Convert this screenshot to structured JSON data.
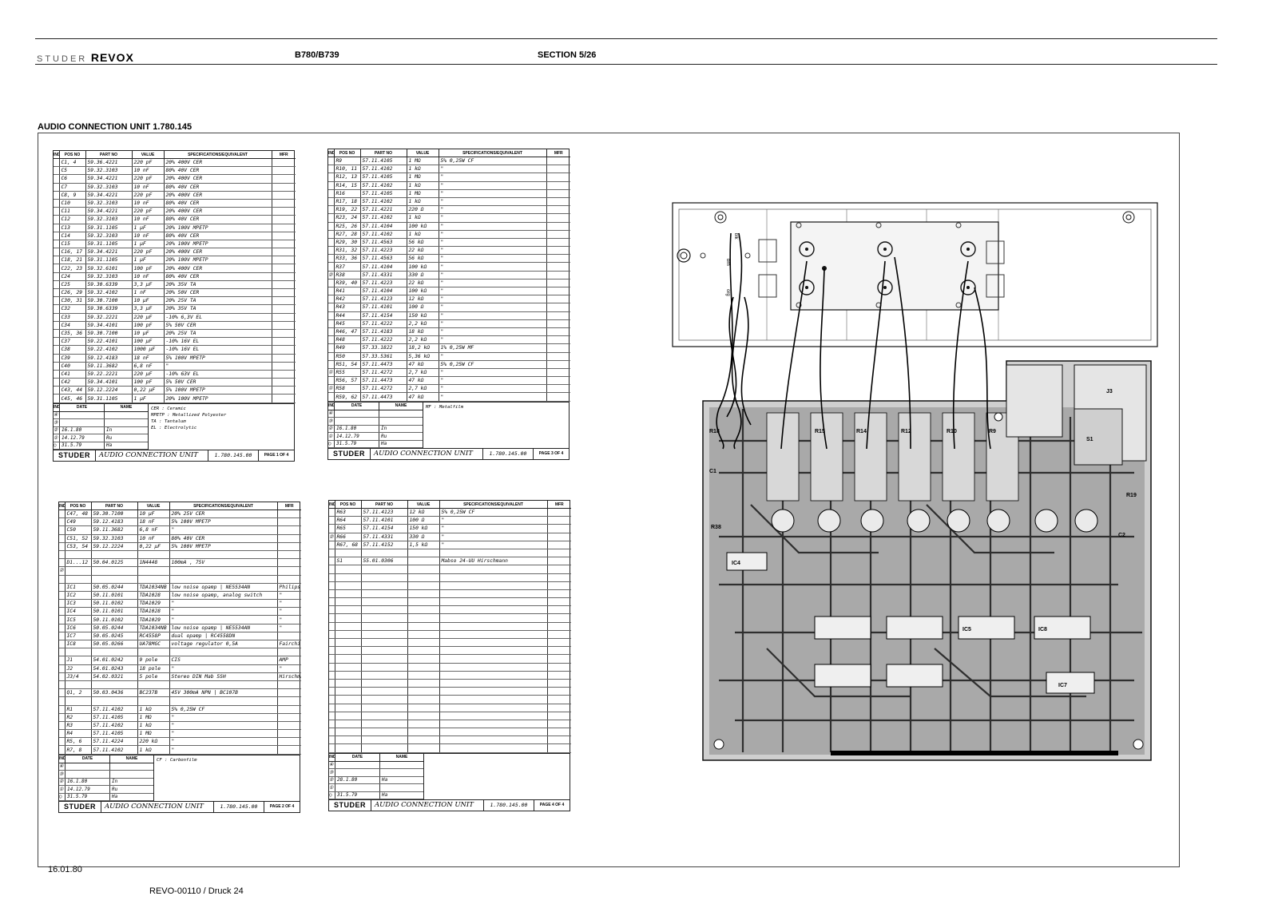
{
  "header": {
    "brand_studer": "STUDER",
    "brand_revox": "REVOX",
    "model": "B780/B739",
    "section": "SECTION 5/26"
  },
  "unit_title": "AUDIO CONNECTION UNIT 1.780.145",
  "table_headers": {
    "ind": "IND",
    "pos_no": "POS NO",
    "part_no": "PART NO",
    "value": "VALUE",
    "spec": "SPECIFICATIONS/EQUIVALENT",
    "mfr": "MFR",
    "date": "DATE",
    "name": "NAME"
  },
  "sheet_footer": {
    "logo": "STUDER",
    "title": "AUDIO CONNECTION UNIT",
    "number": "1.780.145.00"
  },
  "sheets": [
    {
      "page": "PAGE 1 OF 4",
      "rows": [
        [
          "",
          "C1, 4",
          "59.36.4221",
          "220 pF",
          "20%    400V  CER",
          ""
        ],
        [
          "",
          "C5",
          "59.32.3103",
          "10 nF",
          "80%    40V  CER",
          ""
        ],
        [
          "",
          "C6",
          "59.34.4221",
          "220 pF",
          "20%    400V  CER",
          ""
        ],
        [
          "",
          "C7",
          "59.32.3103",
          "10 nF",
          "80%    40V  CER",
          ""
        ],
        [
          "",
          "C8, 9",
          "59.34.4221",
          "220 pF",
          "20%    400V  CER",
          ""
        ],
        [
          "",
          "C10",
          "59.32.3103",
          "10 nF",
          "80%    40V  CER",
          ""
        ],
        [
          "",
          "C11",
          "59.34.4221",
          "220 pF",
          "20%    400V  CER",
          ""
        ],
        [
          "",
          "C12",
          "59.32.3103",
          "10 nF",
          "80%    40V  CER",
          ""
        ],
        [
          "",
          "C13",
          "59.31.1105",
          "1 µF",
          "20%    100V  MPETP",
          ""
        ],
        [
          "",
          "C14",
          "59.32.3103",
          "10 nF",
          "80%    40V  CER",
          ""
        ],
        [
          "",
          "C15",
          "59.31.1105",
          "1 µF",
          "20%    100V  MPETP",
          ""
        ],
        [
          "",
          "C16, 17",
          "59.34.4221",
          "220 pF",
          "20%    400V  CER",
          ""
        ],
        [
          "",
          "C18, 21",
          "59.31.1105",
          "1 µF",
          "20%    100V  MPETP",
          ""
        ],
        [
          "",
          "C22, 23",
          "59.32.6101",
          "100 pF",
          "20%    400V  CER",
          ""
        ],
        [
          "",
          "C24",
          "59.32.3103",
          "10 nF",
          "80%    40V  CER",
          ""
        ],
        [
          "",
          "C25",
          "59.30.6339",
          "3,3 µF",
          "20%    35V  TA",
          ""
        ],
        [
          "",
          "C26, 29",
          "59.32.4102",
          "1 nF",
          "20%    50V  CER",
          ""
        ],
        [
          "",
          "C30, 31",
          "59.30.7100",
          "10 µF",
          "20%    25V  TA",
          ""
        ],
        [
          "",
          "C32",
          "59.30.6339",
          "3,3 µF",
          "20%    35V  TA",
          ""
        ],
        [
          "",
          "C33",
          "59.32.2221",
          "220 µF",
          "-10%   6,3V  EL",
          ""
        ],
        [
          "",
          "C34",
          "59.34.4101",
          "100 pF",
          "5%    50V  CER",
          ""
        ],
        [
          "",
          "C35, 36",
          "59.30.7100",
          "10 µF",
          "20%    25V  TA",
          ""
        ],
        [
          "",
          "C37",
          "59.22.4101",
          "100 µF",
          "-10%   16V  EL",
          ""
        ],
        [
          "",
          "C38",
          "59.22.4102",
          "1000 µF",
          "-10%   16V  EL",
          ""
        ],
        [
          "",
          "C39",
          "59.12.4183",
          "18 nF",
          "5%    100V  MPETP",
          ""
        ],
        [
          "",
          "C40",
          "59.11.3682",
          "6,8 nF",
          "\"",
          ""
        ],
        [
          "",
          "C41",
          "59.22.2221",
          "220 µF",
          "-10%   63V  EL",
          ""
        ],
        [
          "",
          "C42",
          "59.34.4101",
          "100 pF",
          "5%    50V  CER",
          ""
        ],
        [
          "",
          "C43, 44",
          "59.12.2224",
          "0,22 µF",
          "5%    100V  MPETP",
          ""
        ],
        [
          "",
          "C45, 46",
          "59.31.1105",
          "1 µF",
          "20%    100V  MPETP",
          ""
        ]
      ],
      "revisions": [
        [
          "④",
          "",
          ""
        ],
        [
          "③",
          "",
          ""
        ],
        [
          "②",
          "16.1.80",
          "In"
        ],
        [
          "①",
          "14.12.79",
          "Ru"
        ],
        [
          "○",
          "31.5.79",
          "Ha"
        ]
      ],
      "legend": [
        "CER   : Ceramic",
        "MPETP : Metallized Polyester",
        "TA    : Tantalum",
        "EL    : Electrolytic"
      ]
    },
    {
      "page": "PAGE 2 OF 4",
      "rows": [
        [
          "",
          "C47, 48",
          "59.30.7100",
          "10 µF",
          "20%    25V  CER",
          ""
        ],
        [
          "",
          "C49",
          "59.12.4183",
          "18 nF",
          "5%    100V  MPETP",
          ""
        ],
        [
          "",
          "C50",
          "59.11.3682",
          "6,8 nF",
          "\"",
          ""
        ],
        [
          "",
          "C51, 52",
          "59.32.3103",
          "10 nF",
          "80%    40V  CER",
          ""
        ],
        [
          "",
          "C53, 54",
          "59.12.2224",
          "0,22 µF",
          "5%    100V  MPETP",
          ""
        ],
        [
          "",
          "",
          "",
          "",
          "",
          ""
        ],
        [
          "",
          "D1...12",
          "50.04.0125",
          "1N4448",
          "100mA , 75V",
          ""
        ],
        [
          "②",
          "",
          "",
          "",
          "",
          ""
        ],
        [
          "",
          "",
          "",
          "",
          "",
          ""
        ],
        [
          "",
          "IC1",
          "50.05.0244",
          "TDA1034NB",
          "low noise opamp  | NE5534AN",
          "Philips"
        ],
        [
          "",
          "IC2",
          "50.11.0101",
          "TDA1028",
          "low noise opamp, analog switch",
          "\""
        ],
        [
          "",
          "IC3",
          "50.11.0102",
          "TDA1029",
          "\"",
          "\""
        ],
        [
          "",
          "IC4",
          "50.11.0101",
          "TDA1028",
          "\"",
          "\""
        ],
        [
          "",
          "IC5",
          "50.11.0102",
          "TDA1029",
          "\"",
          "\""
        ],
        [
          "",
          "IC6",
          "50.05.0244",
          "TDA1034NB",
          "low noise opamp | NE5534AN",
          "\""
        ],
        [
          "",
          "IC7",
          "50.05.0245",
          "RC4558P",
          "dual opamp | RC4558DN",
          ""
        ],
        [
          "",
          "IC8",
          "50.05.0266",
          "UA78MGC",
          "voltage regulator  0,5A",
          "Fairchild"
        ],
        [
          "",
          "",
          "",
          "",
          "",
          ""
        ],
        [
          "",
          "J1",
          "54.01.0242",
          "9 pole",
          "CIS",
          "AMP"
        ],
        [
          "",
          "J2",
          "54.01.0243",
          "18 pole",
          "\"",
          "\""
        ],
        [
          "",
          "J3/4",
          "54.02.0321",
          "5 pole",
          "Stereo  DIN   Mab 5SH",
          "Hirschmann"
        ],
        [
          "",
          "",
          "",
          "",
          "",
          ""
        ],
        [
          "",
          "Q1, 2",
          "50.03.0436",
          "BC237B",
          "45V 300mA NPN  | BC107B",
          ""
        ],
        [
          "",
          "",
          "",
          "",
          "",
          ""
        ],
        [
          "",
          "R1",
          "57.11.4102",
          "1 kΩ",
          "5%   0,25W    CF",
          ""
        ],
        [
          "",
          "R2",
          "57.11.4105",
          "1 MΩ",
          "\"",
          ""
        ],
        [
          "",
          "R3",
          "57.11.4102",
          "1 kΩ",
          "\"",
          ""
        ],
        [
          "",
          "R4",
          "57.11.4105",
          "1 MΩ",
          "\"",
          ""
        ],
        [
          "",
          "R5, 6",
          "57.11.4224",
          "220 kΩ",
          "\"",
          ""
        ],
        [
          "",
          "R7, 8",
          "57.11.4102",
          "1 kΩ",
          "\"",
          ""
        ]
      ],
      "revisions": [
        [
          "④",
          "",
          ""
        ],
        [
          "③",
          "",
          ""
        ],
        [
          "②",
          "16.1.80",
          "In"
        ],
        [
          "①",
          "14.12.79",
          "Ru"
        ],
        [
          "○",
          "31.5.79",
          "Ha"
        ]
      ],
      "legend": [
        "CF : Carbonfilm"
      ]
    },
    {
      "page": "PAGE 3 OF 4",
      "rows": [
        [
          "",
          "R9",
          "57.11.4105",
          "1 MΩ",
          "5%    0,25W    CF",
          ""
        ],
        [
          "",
          "R10, 11",
          "57.11.4102",
          "1 kΩ",
          "\"",
          ""
        ],
        [
          "",
          "R12, 13",
          "57.11.4105",
          "1 MΩ",
          "\"",
          ""
        ],
        [
          "",
          "R14, 15",
          "57.11.4102",
          "1 kΩ",
          "\"",
          ""
        ],
        [
          "",
          "R16",
          "57.11.4105",
          "1 MΩ",
          "\"",
          ""
        ],
        [
          "",
          "R17, 18",
          "57.11.4102",
          "1 kΩ",
          "\"",
          ""
        ],
        [
          "",
          "R19, 22",
          "57.11.4221",
          "220 Ω",
          "\"",
          ""
        ],
        [
          "",
          "R23, 24",
          "57.11.4102",
          "1 kΩ",
          "\"",
          ""
        ],
        [
          "",
          "R25, 26",
          "57.11.4104",
          "100 kΩ",
          "\"",
          ""
        ],
        [
          "",
          "R27, 28",
          "57.11.4102",
          "1 kΩ",
          "\"",
          ""
        ],
        [
          "",
          "R29, 30",
          "57.11.4563",
          "56 kΩ",
          "\"",
          ""
        ],
        [
          "",
          "R31, 32",
          "57.11.4223",
          "22 kΩ",
          "\"",
          ""
        ],
        [
          "",
          "R33, 36",
          "57.11.4563",
          "56 kΩ",
          "\"",
          ""
        ],
        [
          "",
          "R37",
          "57.11.4104",
          "100 kΩ",
          "\"",
          ""
        ],
        [
          "②",
          "R38",
          "57.11.4331",
          "330 Ω",
          "\"",
          ""
        ],
        [
          "",
          "R39, 40",
          "57.11.4223",
          "22 kΩ",
          "\"",
          ""
        ],
        [
          "",
          "R41",
          "57.11.4104",
          "100 kΩ",
          "\"",
          ""
        ],
        [
          "",
          "R42",
          "57.11.4123",
          "12 kΩ",
          "\"",
          ""
        ],
        [
          "",
          "R43",
          "57.11.4101",
          "100 Ω",
          "\"",
          ""
        ],
        [
          "",
          "R44",
          "57.11.4154",
          "150 kΩ",
          "\"",
          ""
        ],
        [
          "",
          "R45",
          "57.11.4222",
          "2,2 kΩ",
          "\"",
          ""
        ],
        [
          "",
          "R46, 47",
          "57.11.4183",
          "18 kΩ",
          "\"",
          ""
        ],
        [
          "",
          "R48",
          "57.11.4222",
          "2,2 kΩ",
          "\"",
          ""
        ],
        [
          "",
          "R49",
          "57.33.1822",
          "18,2 kΩ",
          "1%    0,25W    MF",
          ""
        ],
        [
          "",
          "R50",
          "57.33.5361",
          "5,36 kΩ",
          "\"",
          ""
        ],
        [
          "",
          "R51, 54",
          "57.11.4473",
          "47 kΩ",
          "5%    0,25W    CF",
          ""
        ],
        [
          "①",
          "R55",
          "57.11.4272",
          "2,7 kΩ",
          "\"",
          ""
        ],
        [
          "",
          "R56, 57",
          "57.11.4473",
          "47 kΩ",
          "\"",
          ""
        ],
        [
          "①",
          "R58",
          "57.11.4272",
          "2,7 kΩ",
          "\"",
          ""
        ],
        [
          "",
          "R59, 62",
          "57.11.4473",
          "47 kΩ",
          "\"",
          ""
        ]
      ],
      "revisions": [
        [
          "④",
          "",
          ""
        ],
        [
          "③",
          "",
          ""
        ],
        [
          "②",
          "16.1.80",
          "In"
        ],
        [
          "①",
          "14.12.79",
          "Ru"
        ],
        [
          "○",
          "31.5.79",
          "Ha"
        ]
      ],
      "legend": [
        "MF : Metalfilm"
      ]
    },
    {
      "page": "PAGE 4 OF 4",
      "rows": [
        [
          "",
          "R63",
          "57.11.4123",
          "12 kΩ",
          "5%    0,25W    CF",
          ""
        ],
        [
          "",
          "R64",
          "57.11.4101",
          "100 Ω",
          "\"",
          ""
        ],
        [
          "",
          "R65",
          "57.11.4154",
          "150 kΩ",
          "\"",
          ""
        ],
        [
          "②",
          "R66",
          "57.11.4331",
          "330 Ω",
          "\"",
          ""
        ],
        [
          "",
          "R67, 68",
          "57.11.4152",
          "1,5 kΩ",
          "\"",
          ""
        ],
        [
          "",
          "",
          "",
          "",
          "",
          ""
        ],
        [
          "",
          "S1",
          "55.01.0306",
          "",
          "Mabso  24-UU  Hirschmann",
          ""
        ],
        [
          "",
          "",
          "",
          "",
          "",
          ""
        ],
        [
          "",
          "",
          "",
          "",
          "",
          ""
        ],
        [
          "",
          "",
          "",
          "",
          "",
          ""
        ],
        [
          "",
          "",
          "",
          "",
          "",
          ""
        ],
        [
          "",
          "",
          "",
          "",
          "",
          ""
        ],
        [
          "",
          "",
          "",
          "",
          "",
          ""
        ],
        [
          "",
          "",
          "",
          "",
          "",
          ""
        ],
        [
          "",
          "",
          "",
          "",
          "",
          ""
        ],
        [
          "",
          "",
          "",
          "",
          "",
          ""
        ],
        [
          "",
          "",
          "",
          "",
          "",
          ""
        ],
        [
          "",
          "",
          "",
          "",
          "",
          ""
        ],
        [
          "",
          "",
          "",
          "",
          "",
          ""
        ],
        [
          "",
          "",
          "",
          "",
          "",
          ""
        ],
        [
          "",
          "",
          "",
          "",
          "",
          ""
        ],
        [
          "",
          "",
          "",
          "",
          "",
          ""
        ],
        [
          "",
          "",
          "",
          "",
          "",
          ""
        ],
        [
          "",
          "",
          "",
          "",
          "",
          ""
        ],
        [
          "",
          "",
          "",
          "",
          "",
          ""
        ],
        [
          "",
          "",
          "",
          "",
          "",
          ""
        ],
        [
          "",
          "",
          "",
          "",
          "",
          ""
        ],
        [
          "",
          "",
          "",
          "",
          "",
          ""
        ],
        [
          "",
          "",
          "",
          "",
          "",
          ""
        ],
        [
          "",
          "",
          "",
          "",
          "",
          ""
        ]
      ],
      "revisions": [
        [
          "④",
          "",
          ""
        ],
        [
          "③",
          "",
          ""
        ],
        [
          "②",
          "28.1.80",
          "Ha"
        ],
        [
          "①",
          "",
          ""
        ],
        [
          "○",
          "31.5.79",
          "Ha"
        ]
      ],
      "legend": []
    }
  ],
  "pcb": {
    "ref_labels": [
      "R18",
      "R15",
      "R14",
      "R12",
      "R10",
      "R9",
      "R19",
      "R38",
      "IC4",
      "IC7",
      "IC5",
      "IC8",
      "J3",
      "S1",
      "C1",
      "C2"
    ],
    "wire_labels": [
      "blk",
      "brn",
      "org"
    ]
  },
  "footer": {
    "date": "16.01.80",
    "ref": "REVO-00110 / Druck 24"
  }
}
